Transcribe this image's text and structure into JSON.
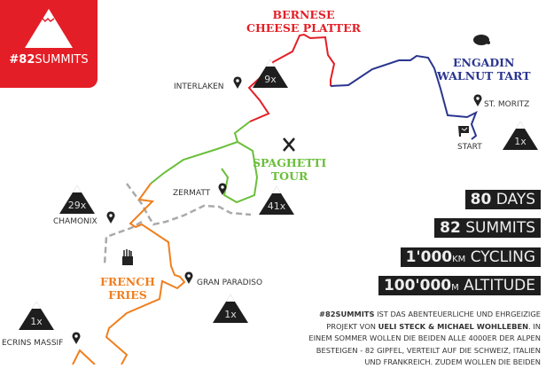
{
  "logo": {
    "hash": "#82",
    "word": "SUMMITS"
  },
  "routes": {
    "colors": {
      "bernese": "#e41e26",
      "engadin": "#2a3590",
      "spaghetti": "#6abf3a",
      "fries": "#f07f1e",
      "border": "#aaaaaa"
    }
  },
  "foods": {
    "bernese": "BERNESE\nCHEESE PLATTER",
    "engadin": "ENGADIN\nWALNUT TART",
    "spaghetti": "SPAGHETTI\nTOUR",
    "fries": "FRENCH\nFRIES"
  },
  "places": {
    "interlaken": "INTERLAKEN",
    "st_moritz": "ST. MORITZ",
    "start": "START",
    "zermatt": "ZERMATT",
    "chamonix": "CHAMONIX",
    "gran_paradiso": "GRAN PARADISO",
    "ecrins": "ECRINS MASSIF"
  },
  "summit_counts": {
    "bernese": "9x",
    "engadin": "1x",
    "chamonix": "29x",
    "zermatt": "41x",
    "gran_paradiso": "1x",
    "ecrins": "1x"
  },
  "stats": [
    {
      "num": "80",
      "unit": "",
      "label": "DAYS"
    },
    {
      "num": "82",
      "unit": "",
      "label": "SUMMITS"
    },
    {
      "num": "1'000",
      "unit": "KM",
      "label": "CYCLING"
    },
    {
      "num": "100'000",
      "unit": "M",
      "label": "ALTITUDE"
    }
  ],
  "description": {
    "b1": "#82SUMMITS",
    "t1": " IST DAS ABENTEUERLICHE UND EHRGEIZIGE PROJEKT VON ",
    "b2": "UELI STECK & MICHAEL WOHLLEBEN",
    "t2": ". IN EINEM SOMMER WOLLEN DIE BEIDEN ALLE 4000ER DER ALPEN BESTEIGEN - 82 GIPFEL, VERTEILT AUF DIE SCHWEIZ, ITALIEN UND FRANKREICH. ZUDEM WOLLEN DIE BEIDEN"
  }
}
